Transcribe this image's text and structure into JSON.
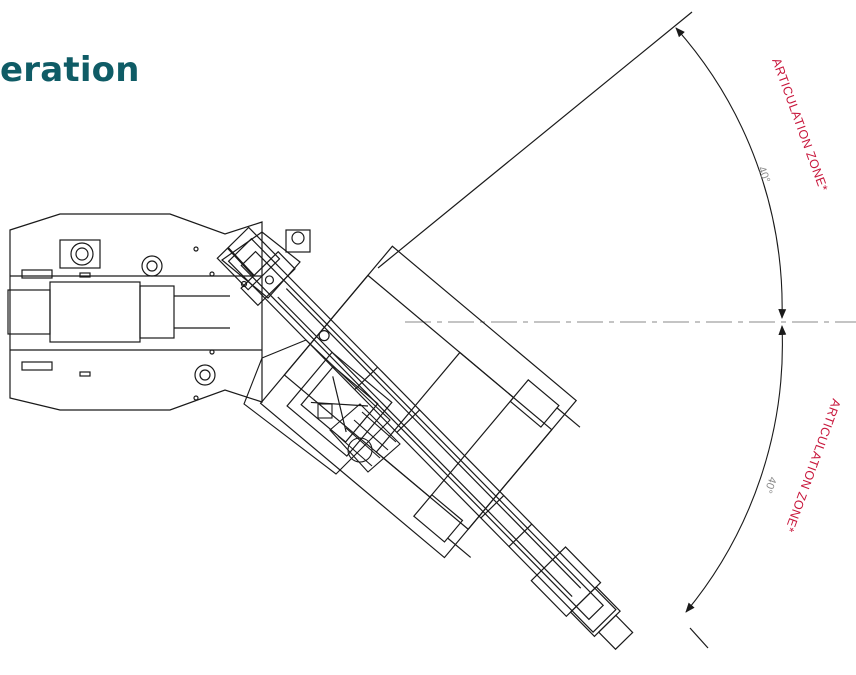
{
  "heading": "eration",
  "colors": {
    "heading": "#0f5c66",
    "zone_label": "#c8173c",
    "linework": "#1a1a1a",
    "centerline": "#a0a0a0",
    "degree_label": "#8a8a8a"
  },
  "zones": [
    {
      "label": "ARTICULATION ZONE*",
      "angle": "40°",
      "side": "upper"
    },
    {
      "label": "ARTICULATION ZONE*",
      "angle": "40°",
      "side": "lower"
    }
  ]
}
